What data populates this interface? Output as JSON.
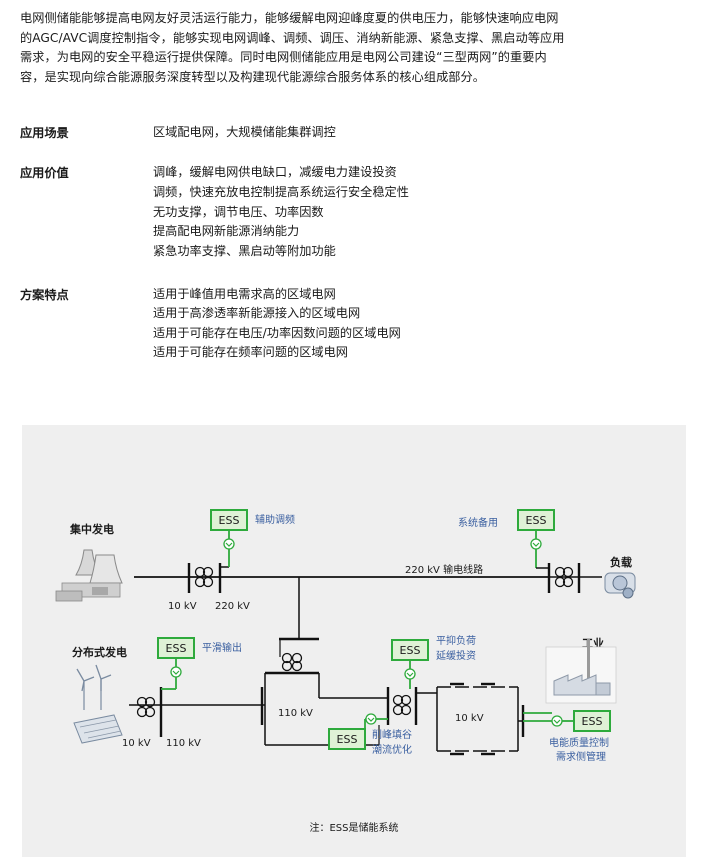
{
  "intro": {
    "line1": "电网侧储能能够提高电网友好灵活运行能力，能够缓解电网迎峰度夏的供电压力，能够快速响应电网",
    "line2": "的AGC/AVC调度控制指令，能够实现电网调峰、调频、调压、消纳新能源、紧急支撑、黑启动等应用",
    "line3": "需求，为电网的安全平稳运行提供保障。同时电网侧储能应用是电网公司建设“三型两网”的重要内",
    "line4": "容，是实现向综合能源服务深度转型以及构建现代能源综合服务体系的核心组成部分。"
  },
  "sections": {
    "scenario": {
      "label": "应用场景",
      "items": [
        "区域配电网，大规模储能集群调控"
      ]
    },
    "value": {
      "label": "应用价值",
      "items": [
        "调峰，缓解电网供电缺口，减缓电力建设投资",
        "调频，快速充放电控制提高系统运行安全稳定性",
        "无功支撑，调节电压、功率因数",
        "提高配电网新能源消纳能力",
        "紧急功率支撑、黑启动等附加功能"
      ]
    },
    "features": {
      "label": "方案特点",
      "items": [
        "适用于峰值用电需求高的区域电网",
        "适用于高渗透率新能源接入的区域电网",
        "适用于可能存在电压/功率因数问题的区域电网",
        "适用于可能存在频率问题的区域电网"
      ]
    }
  },
  "diagram": {
    "colors": {
      "ess_green": "#2eaa3c",
      "ess_fill": "#dff1d6",
      "line": "#111111",
      "label_blue": "#3a5fa0",
      "background": "#efefef"
    },
    "labels": {
      "central_gen": "集中发电",
      "distributed_gen": "分布式发电",
      "load": "负载",
      "industry": "工业",
      "line_220": "220 kV 输电线路",
      "v10_top": "10 kV",
      "v220": "220 kV",
      "v110_center": "110 kV",
      "v10_right": "10 kV",
      "v10_bottom": "10 kV",
      "v110_bottom": "110 kV"
    },
    "ess": {
      "box_label": "ESS",
      "aux_freq": "辅助调频",
      "system_backup": "系统备用",
      "smooth_output": "平滑输出",
      "suppress_load_1": "平抑负荷",
      "suppress_load_2": "延缓投资",
      "peak_shave_1": "削峰填谷",
      "peak_shave_2": "潮流优化",
      "power_quality_1": "电能质量控制",
      "power_quality_2": "需求侧管理"
    },
    "note": "注：ESS是储能系统"
  }
}
